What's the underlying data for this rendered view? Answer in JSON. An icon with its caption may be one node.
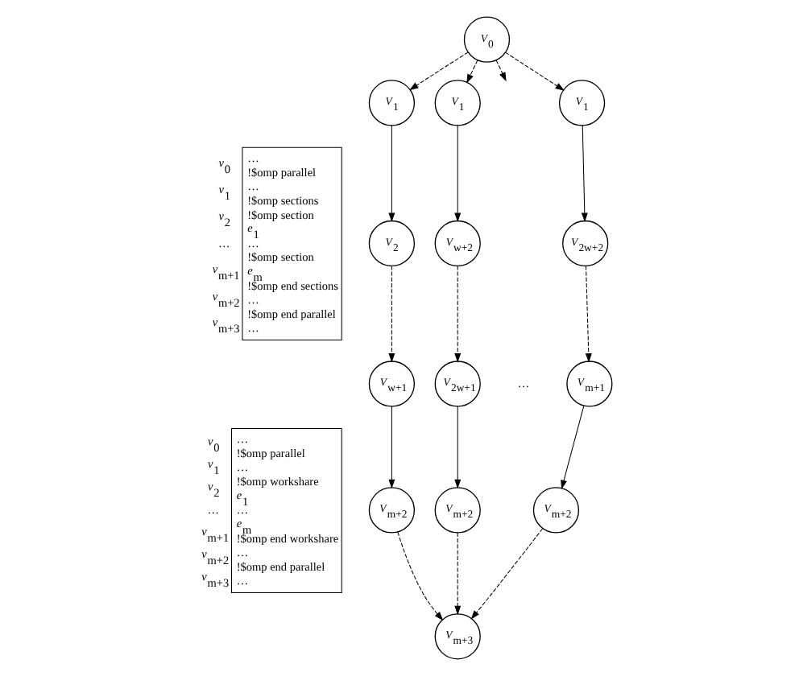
{
  "diagram": {
    "nodes": [
      {
        "text": [
          "…",
          "!$omp parallel",
          "…",
          "!$omp sections",
          "!$omp section",
          "*e*$_{1}$",
          "…",
          "!$omp section",
          "*e*$_{m}$",
          "!$omp end sections",
          "…",
          "!$omp end parallel",
          "…"
        ],
        "beside": [
          "*v*$_{0}$",
          "*v*$_{1}$",
          "*v*$_{2}$",
          "…",
          "*v*$_{m+1}$",
          "*v*$_{m+2}$",
          "*v*$_{m+3}$"
        ]
      },
      {
        "text": [
          "…",
          "!$omp parallel",
          "…",
          "!$omp workshare",
          "*e*$_{1}$",
          "…",
          "*e*$_{m}$",
          "!$omp end workshare",
          "…",
          "!$omp end parallel",
          "…"
        ],
        "beside": [
          "*v*$_{0}$",
          "*v*$_{1}$",
          "*v*$_{2}$",
          "…",
          "*v*$_{m+1}$",
          "*v*$_{m+2}$",
          "*v*$_{m+3}$"
        ]
      },
      {
        "text": [
          "*V*$_{0}$"
        ]
      },
      {
        "text": [
          "*V*$_{1}$"
        ]
      },
      {
        "text": [
          "*V*$_{1}$"
        ]
      },
      {
        "text": [
          "*V*$_{1}$"
        ]
      },
      {
        "text": [
          "*V*$_{2}$"
        ]
      },
      {
        "text": [
          "*V*$_{w+2}$"
        ]
      },
      {
        "text": [
          "*V*$_{2w+2}$"
        ]
      },
      {
        "text": [
          "*V*$_{w+1}$"
        ]
      },
      {
        "text": [
          "*V*$_{2w+1}$"
        ]
      },
      {
        "text": [
          "*V*$_{m+1}$"
        ]
      },
      {
        "text": [
          "*V*$_{m+2}$"
        ]
      },
      {
        "text": [
          "*V*$_{m+2}$"
        ]
      },
      {
        "text": [
          "*V*$_{m+2}$"
        ]
      },
      {
        "text": [
          "*V*$_{m+3}$"
        ]
      }
    ],
    "edges": [
      {
        "from": 2,
        "to": 3,
        "arrow": "to",
        "style": "dashed"
      },
      {
        "from": 2,
        "to": 4,
        "arrow": "to",
        "style": "dashed"
      },
      {
        "from": 2,
        "to": null,
        "arrow": "to",
        "style": "dashed"
      },
      {
        "from": 2,
        "to": 5,
        "arrow": "to",
        "style": "dashed"
      },
      {
        "from": 3,
        "to": 6,
        "arrow": "to"
      },
      {
        "from": 4,
        "to": 7,
        "arrow": "to"
      },
      {
        "from": 5,
        "to": 8,
        "arrow": "to"
      },
      {
        "from": 6,
        "to": 9,
        "arrow": "to",
        "style": "dashed"
      },
      {
        "from": 7,
        "to": 10,
        "arrow": "to",
        "style": "dashed"
      },
      {
        "from": 8,
        "to": 11,
        "arrow": "to",
        "style": "dashed"
      },
      {
        "from": 9,
        "to": 12,
        "arrow": "to"
      },
      {
        "from": 10,
        "to": 13,
        "arrow": "to"
      },
      {
        "from": 11,
        "to": 14,
        "arrow": "to"
      },
      {
        "from": 12,
        "to": 15,
        "arrow": "to",
        "style": "dashed"
      },
      {
        "from": 13,
        "to": 15,
        "arrow": "to",
        "style": "dashed"
      },
      {
        "from": 14,
        "to": 15,
        "arrow": "to",
        "style": "dashed"
      }
    ],
    "labels": [
      "…"
    ]
  }
}
